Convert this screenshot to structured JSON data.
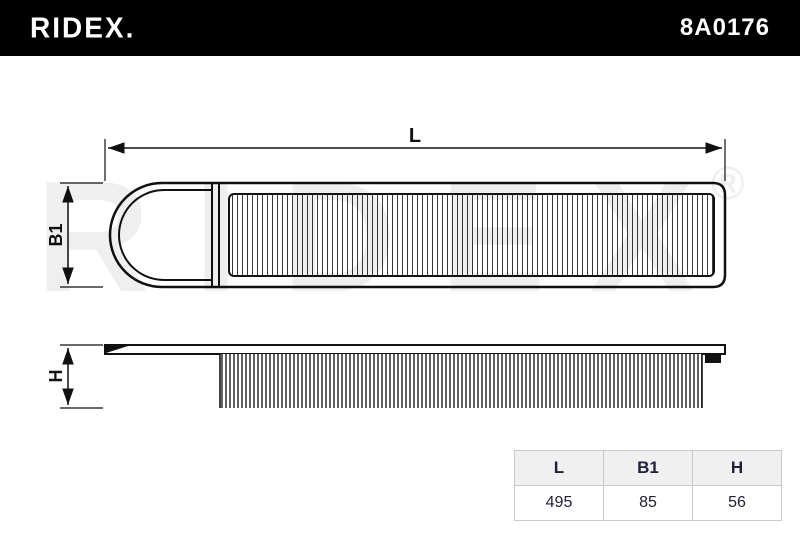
{
  "header": {
    "brand": "RIDEX.",
    "part_number": "8A0176"
  },
  "watermark": {
    "text": "RIDEX",
    "reg_mark": "®"
  },
  "diagram": {
    "length_label": "L",
    "width_label": "B1",
    "height_label": "H"
  },
  "spec_table": {
    "headers": [
      "L",
      "B1",
      "H"
    ],
    "values": [
      "495",
      "85",
      "56"
    ]
  },
  "colors": {
    "header_bg": "#000000",
    "header_text": "#ffffff",
    "line_color": "#111111",
    "table_border": "#c9c9c9",
    "table_header_bg": "#f0f0f0",
    "watermark": "#e9e9e9"
  }
}
